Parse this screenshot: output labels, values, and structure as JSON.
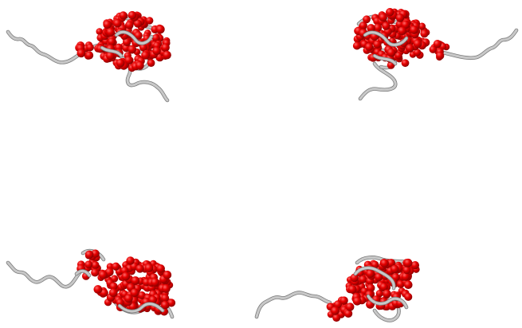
{
  "colors": {
    "background": "#ffffff",
    "atom_sphere": "#e60000",
    "atom_highlight": "#ff6a6a",
    "atom_shadow": "#8a0000",
    "backbone_tube": "#c8c8c8",
    "backbone_edge": "#7a7a7a"
  },
  "molecules": [
    {
      "name": "structure-top-left",
      "orientation": "tail-left"
    },
    {
      "name": "structure-top-right",
      "orientation": "tail-right"
    },
    {
      "name": "structure-bottom-left",
      "orientation": "tail-left"
    },
    {
      "name": "structure-bottom-right",
      "orientation": "tail-left"
    }
  ]
}
